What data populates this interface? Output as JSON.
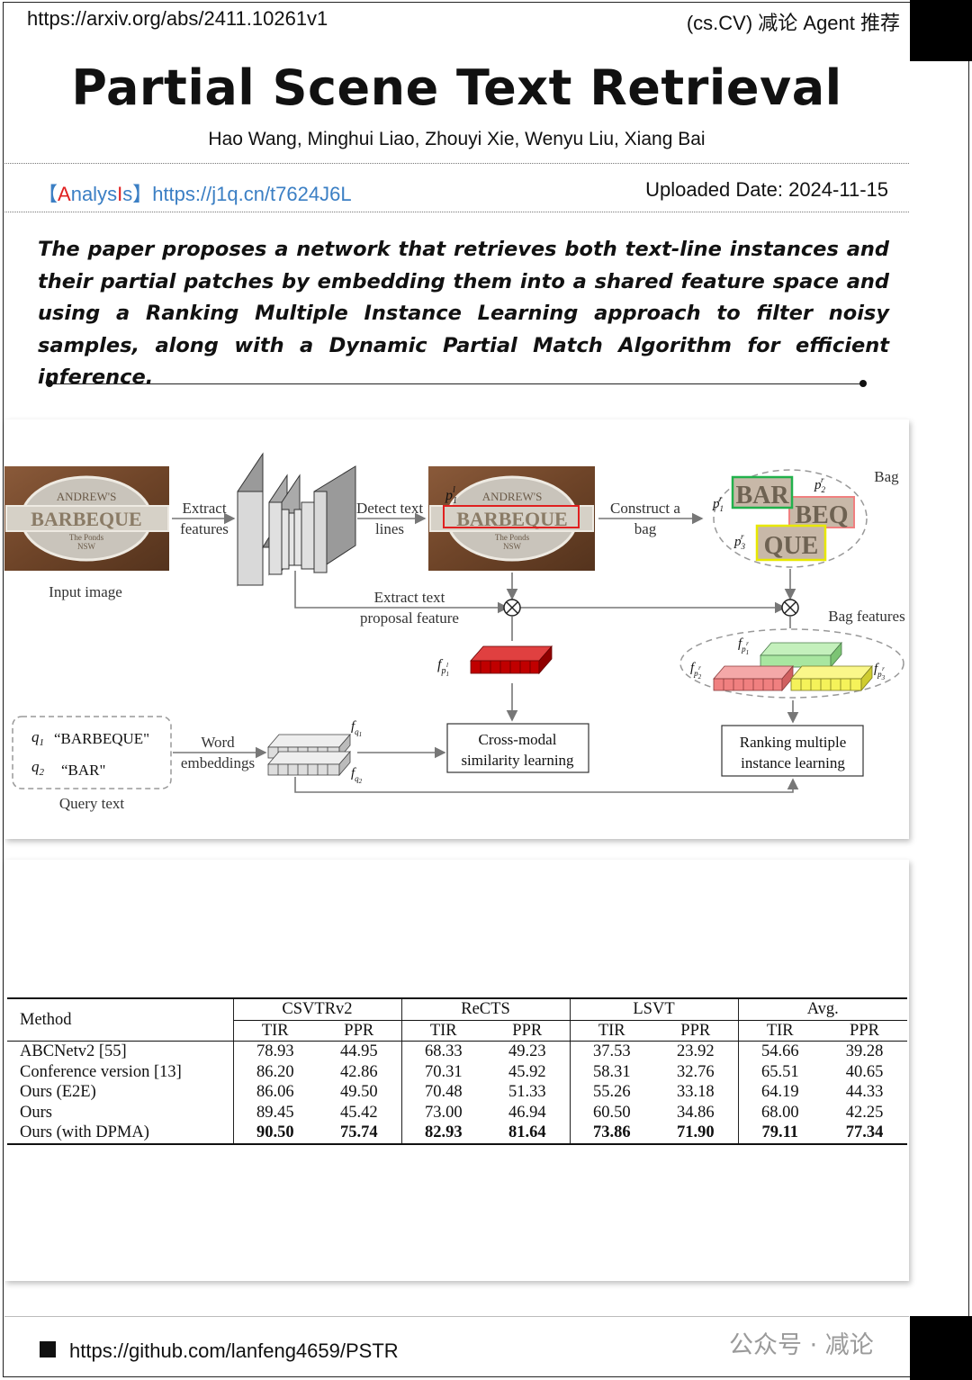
{
  "header": {
    "url": "https://arxiv.org/abs/2411.10261v1",
    "tag": "(cs.CV) 减论 Agent 推荐"
  },
  "title": "Partial Scene Text Retrieval",
  "authors": "Hao Wang, Minghui Liao, Zhouyi Xie, Wenyu Liu, Xiang Bai",
  "analysis": {
    "bracket_open": "【",
    "a": "A",
    "naly": "naly",
    "s": "s",
    "i": "I",
    "s2": "s",
    "bracket_close": "】",
    "link": "https://j1q.cn/t7624J6L"
  },
  "uploaded": "Uploaded Date: 2024-11-15",
  "abstract": "The paper proposes a network that retrieves both text-line instances and their partial patches by embedding them into a shared feature space and using a Ranking Multiple Instance Learning approach to filter noisy samples, along with a Dynamic Partial Match Algorithm for efficient inference.",
  "figure": {
    "sign_top": "ANDREW'S",
    "sign_main": "BARBEQUE",
    "sign_bottom1": "The Ponds",
    "sign_bottom2": "NSW",
    "input_image": "Input image",
    "extract_features_1": "Extract",
    "extract_features_2": "features",
    "detect_1": "Detect text",
    "detect_2": "lines",
    "construct_1": "Construct a",
    "construct_2": "bag",
    "bag": "Bag",
    "bag_patch_1": "BAR",
    "bag_patch_2": "BEQ",
    "bag_patch_3": "QUE",
    "extract_proposal_1": "Extract text",
    "extract_proposal_2": "proposal feature",
    "bag_features": "Bag features",
    "q1_label": "q",
    "q1_sub": "1",
    "q1_text": "“BARBEQUE\"",
    "q2_label": "q",
    "q2_sub": "2",
    "q2_text": "“BAR\"",
    "query_text": "Query text",
    "word_emb_1": "Word",
    "word_emb_2": "embeddings",
    "cross_1": "Cross-modal",
    "cross_2": "similarity learning",
    "rmil_1": "Ranking multiple",
    "rmil_2": "instance learning",
    "f": "f",
    "p": "p",
    "l": "l",
    "r": "r",
    "one": "1",
    "two": "2",
    "three": "3",
    "colors": {
      "green": "#22b14c",
      "red": "#e04040",
      "yellow": "#e8e800",
      "darkred": "#c00000",
      "lightgreen": "#a8e6a0",
      "pink": "#f08080",
      "lightyellow": "#f5f25a"
    }
  },
  "table": {
    "method_header": "Method",
    "groups": [
      "CSVTRv2",
      "ReCTS",
      "LSVT",
      "Avg."
    ],
    "subheaders": [
      "TIR",
      "PPR",
      "TIR",
      "PPR",
      "TIR",
      "PPR",
      "TIR",
      "PPR"
    ],
    "rows": [
      {
        "method": "ABCNetv2 [55]",
        "values": [
          "78.93",
          "44.95",
          "68.33",
          "49.23",
          "37.53",
          "23.92",
          "54.66",
          "39.28"
        ]
      },
      {
        "method": "Conference version [13]",
        "values": [
          "86.20",
          "42.86",
          "70.31",
          "45.92",
          "58.31",
          "32.76",
          "65.51",
          "40.65"
        ]
      },
      {
        "method": "Ours (E2E)",
        "values": [
          "86.06",
          "49.50",
          "70.48",
          "51.33",
          "55.26",
          "33.18",
          "64.19",
          "44.33"
        ]
      },
      {
        "method": "Ours",
        "values": [
          "89.45",
          "45.42",
          "73.00",
          "46.94",
          "60.50",
          "34.86",
          "68.00",
          "42.25"
        ]
      },
      {
        "method": "Ours (with DPMA)",
        "values": [
          "90.50",
          "75.74",
          "82.93",
          "81.64",
          "73.86",
          "71.90",
          "79.11",
          "77.34"
        ]
      }
    ]
  },
  "footer": {
    "github": "https://github.com/lanfeng4659/PSTR",
    "watermark": "公众号 · 减论"
  }
}
